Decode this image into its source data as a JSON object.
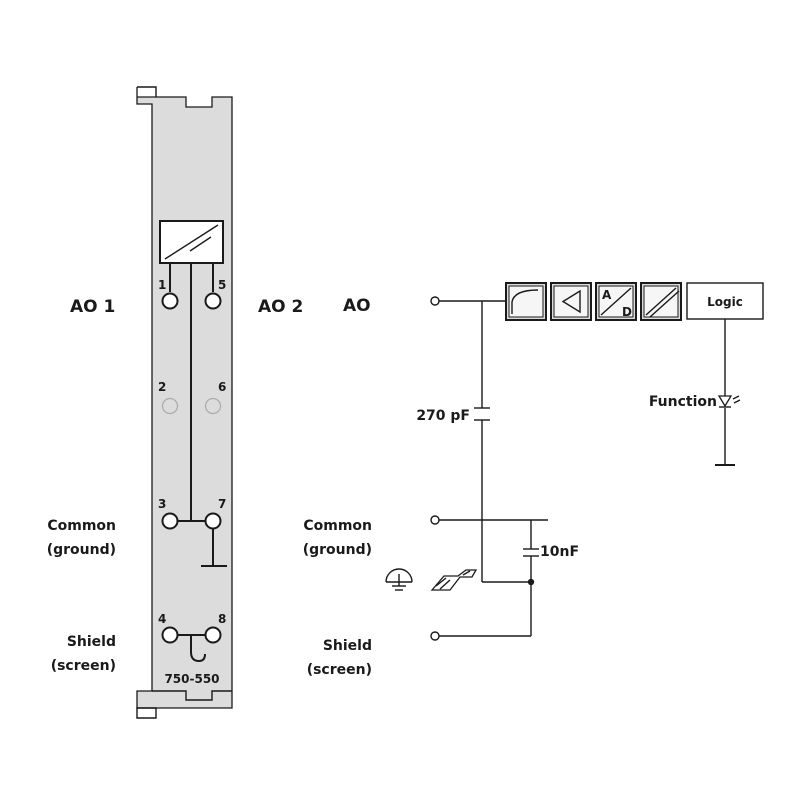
{
  "module": {
    "left_label_top": "AO 1",
    "right_label_top": "AO 2",
    "common_line1": "Common",
    "common_line2": "(ground)",
    "shield_line1": "Shield",
    "shield_line2": "(screen)",
    "pins": [
      "1",
      "5",
      "2",
      "6",
      "3",
      "7",
      "4",
      "8"
    ],
    "part_number": "750-550"
  },
  "schematic": {
    "ao_label": "AO",
    "capacitor_1": "270 pF",
    "capacitor_2": "10nF",
    "common_line1": "Common",
    "common_line2": "(ground)",
    "shield_line1": "Shield",
    "shield_line2": "(screen)",
    "adc_a": "A",
    "adc_d": "D",
    "logic": "Logic",
    "function": "Function"
  },
  "colors": {
    "module_fill": "#dcdcdc",
    "stroke": "#1a1a1a"
  }
}
